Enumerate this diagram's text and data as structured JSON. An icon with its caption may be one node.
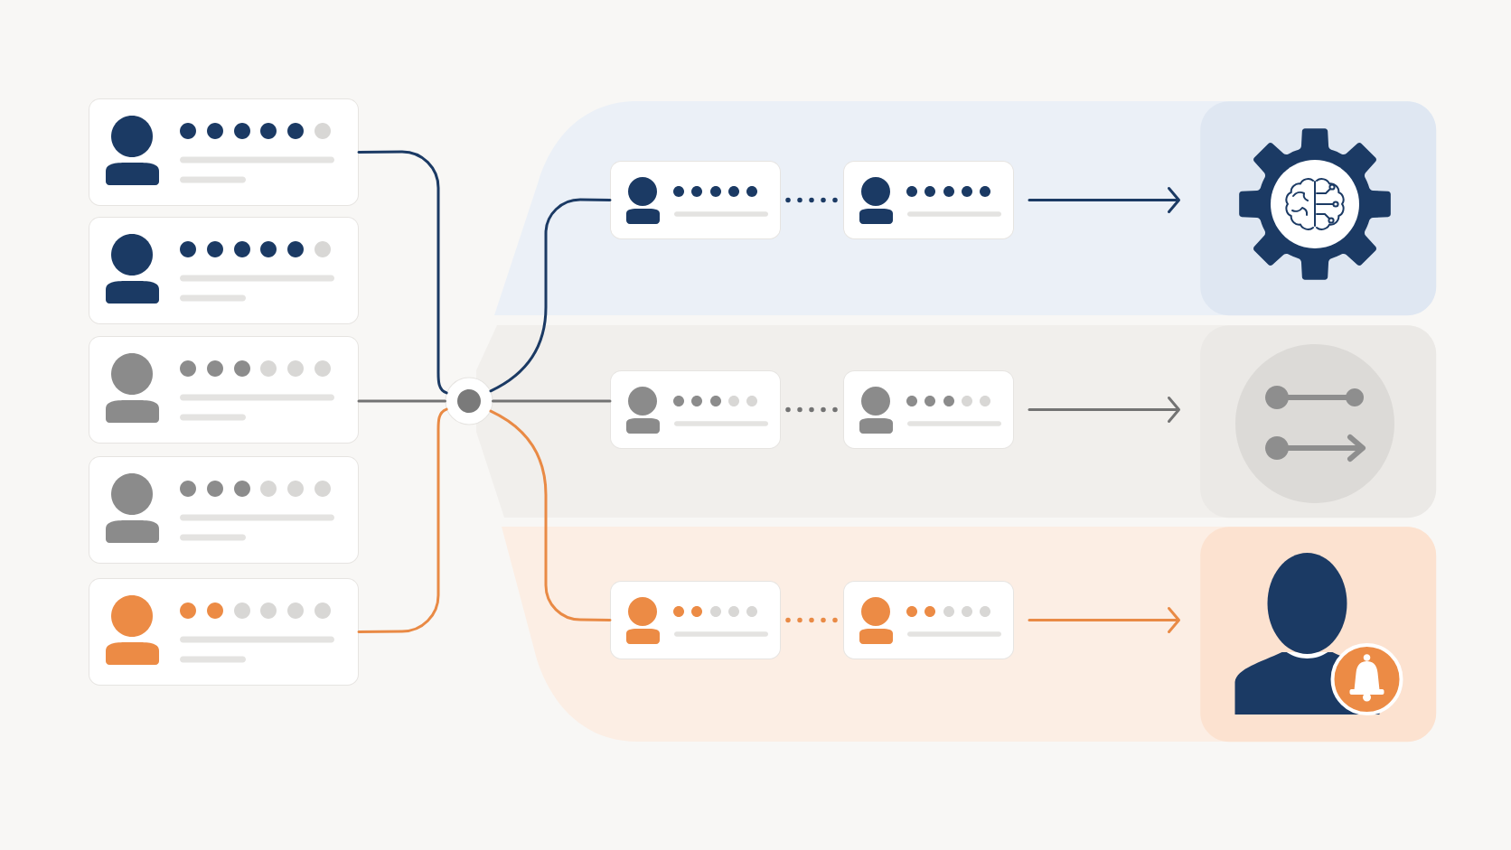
{
  "diagram": {
    "nodes": [
      {
        "text": [],
        "shape": "box"
      },
      {
        "text": [],
        "shape": "box"
      },
      {
        "text": [],
        "shape": "box"
      },
      {
        "text": [],
        "shape": "box"
      },
      {
        "text": [],
        "shape": "box"
      },
      {
        "text": [],
        "shape": "circle"
      },
      {
        "text": [],
        "shape": "band"
      },
      {
        "text": [],
        "shape": "box",
        "in": 6
      },
      {
        "text": [],
        "shape": "box",
        "in": 6
      },
      {
        "text": [],
        "shape": "picture",
        "in": 6
      },
      {
        "text": [],
        "shape": "band"
      },
      {
        "text": [],
        "shape": "box",
        "in": 10
      },
      {
        "text": [],
        "shape": "box",
        "in": 10
      },
      {
        "text": [],
        "shape": "picture",
        "in": 10
      },
      {
        "text": [],
        "shape": "band"
      },
      {
        "text": [],
        "shape": "box",
        "in": 14
      },
      {
        "text": [],
        "shape": "box",
        "in": 14
      },
      {
        "text": [],
        "shape": "picture",
        "in": 14
      }
    ],
    "edges": [
      {
        "from": 0,
        "to": 5,
        "arrow": "none",
        "color": "#1b3a64"
      },
      {
        "from": 2,
        "to": 5,
        "arrow": "none",
        "color": "#737373"
      },
      {
        "from": 4,
        "to": 5,
        "arrow": "none",
        "color": "#e98a45"
      },
      {
        "from": 5,
        "to": 7,
        "arrow": "none",
        "color": "#1b3a64"
      },
      {
        "from": 5,
        "to": 11,
        "arrow": "none",
        "color": "#737373"
      },
      {
        "from": 5,
        "to": 15,
        "arrow": "none",
        "color": "#e98a45"
      },
      {
        "from": 7,
        "to": 8,
        "arrow": "none",
        "style": "dashed",
        "color": "#1b3a64"
      },
      {
        "from": 11,
        "to": 12,
        "arrow": "none",
        "style": "dashed",
        "color": "#737373"
      },
      {
        "from": 15,
        "to": 16,
        "arrow": "none",
        "style": "dashed",
        "color": "#e98a45"
      },
      {
        "from": 8,
        "to": 9,
        "arrow": "to",
        "color": "#1b3a64"
      },
      {
        "from": 12,
        "to": 13,
        "arrow": "to",
        "color": "#737373"
      },
      {
        "from": 16,
        "to": 17,
        "arrow": "to",
        "color": "#e98a45"
      }
    ]
  }
}
